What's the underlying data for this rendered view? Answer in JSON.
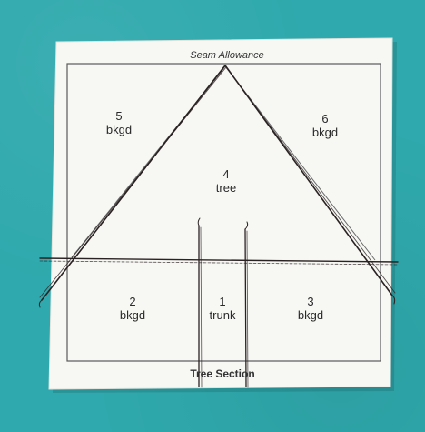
{
  "image": {
    "background_color": "#2fa9ad",
    "paper_color": "#f7f7f4",
    "thread_color": "#2b2323",
    "header_text": "Seam Allowance",
    "footer_text": "Tree Section",
    "sections": [
      {
        "number": "5",
        "label": "bkgd"
      },
      {
        "number": "6",
        "label": "bkgd"
      },
      {
        "number": "4",
        "label": "tree"
      },
      {
        "number": "2",
        "label": "bkgd"
      },
      {
        "number": "1",
        "label": "trunk"
      },
      {
        "number": "3",
        "label": "bkgd"
      }
    ]
  }
}
